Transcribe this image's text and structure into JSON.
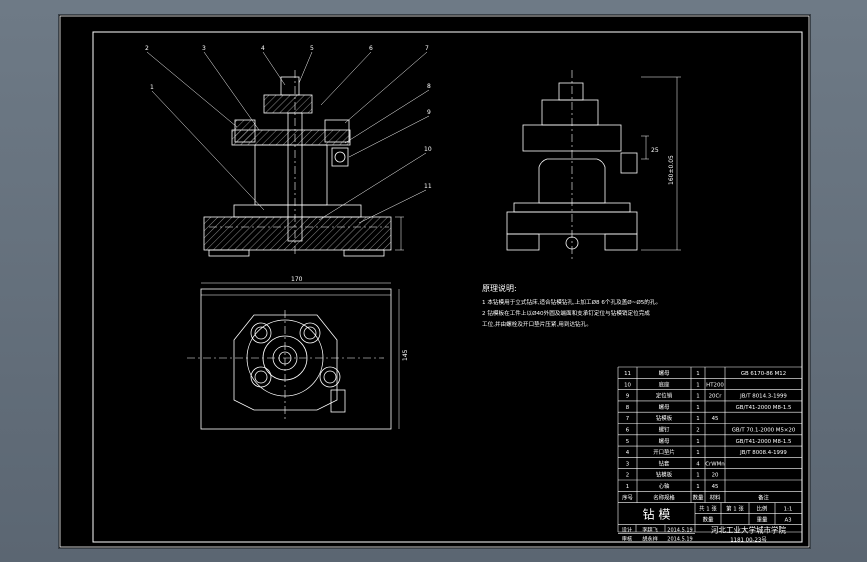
{
  "colors": {
    "background": "#5f6b77",
    "paper": "#000000",
    "line": "#ffffff",
    "hatch": "#c9c9c9"
  },
  "drawing": {
    "front_view": {
      "callouts": [
        "1",
        "2",
        "3",
        "4",
        "5",
        "6",
        "7",
        "8",
        "9",
        "10",
        "11"
      ]
    },
    "side_view": {
      "dims": [
        "25",
        "160±0.05"
      ]
    },
    "top_view": {
      "dims": [
        "170",
        "145"
      ]
    },
    "notes": {
      "title": "原理说明:",
      "lines": [
        "1  本钻模用于立式钻床,适合钻模钻孔,上加工Ø8 6个孔及盖Ø~Ø5的孔。",
        "2  钻模板在工件上以Ø40外圆及端面和支承钉定位与钻模销定位完成",
        "    工位,并由螺栓及开口垫片压紧,用到达钻孔。"
      ]
    }
  },
  "bom": {
    "rows": [
      {
        "no": "11",
        "name": "螺母",
        "qty": "1",
        "mat": "",
        "note": "GB 6170-86 M12"
      },
      {
        "no": "10",
        "name": "底座",
        "qty": "1",
        "mat": "HT200",
        "note": ""
      },
      {
        "no": "9",
        "name": "定位销",
        "qty": "1",
        "mat": "20Cr",
        "note": "JB/T 8014.3-1999"
      },
      {
        "no": "8",
        "name": "螺母",
        "qty": "1",
        "mat": "",
        "note": "GB/T41-2000 M8-1.5"
      },
      {
        "no": "7",
        "name": "钻模板",
        "qty": "1",
        "mat": "45",
        "note": ""
      },
      {
        "no": "6",
        "name": "螺钉",
        "qty": "2",
        "mat": "",
        "note": "GB/T 70.1-2000 M5×20"
      },
      {
        "no": "5",
        "name": "螺母",
        "qty": "1",
        "mat": "",
        "note": "GB/T41-2000 M8-1.5"
      },
      {
        "no": "4",
        "name": "开口垫片",
        "qty": "1",
        "mat": "",
        "note": "JB/T 8008.4-1999"
      },
      {
        "no": "3",
        "name": "钻套",
        "qty": "4",
        "mat": "CrWMn",
        "note": ""
      },
      {
        "no": "2",
        "name": "钻模板",
        "qty": "1",
        "mat": "20",
        "note": ""
      },
      {
        "no": "1",
        "name": "心轴",
        "qty": "1",
        "mat": "45",
        "note": ""
      }
    ],
    "header": {
      "no": "序号",
      "name": "名称规格",
      "qty": "数量",
      "mat": "材料",
      "note": "备注"
    },
    "title": "钻  模",
    "scale_labels": [
      "共 1 张",
      "第 1 张",
      "比例",
      "1:1"
    ],
    "weight_labels": [
      "数量",
      "重量",
      "A3"
    ],
    "design_label": "设计",
    "designer": "李超飞",
    "date1": "2014.5.19",
    "check_label": "审核",
    "checker": "胡永祥",
    "date2": "2014.5.19",
    "school": "河北工业大学城市学院",
    "drawing_no": "1181 00-23号"
  }
}
